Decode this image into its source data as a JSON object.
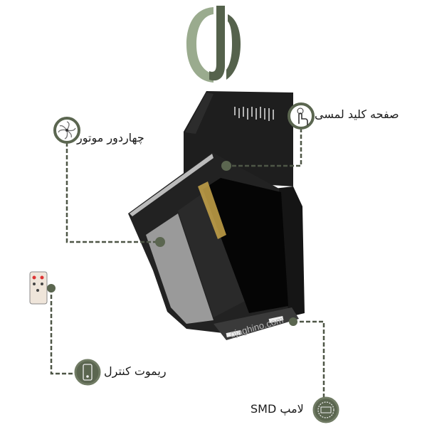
{
  "brand": {
    "name": "ojaghino",
    "logo_colors": [
      "#5a6a52",
      "#9aab8e"
    ]
  },
  "watermark": "ojaghino.com",
  "features": [
    {
      "label": "چهاردور موتور",
      "icon": "fan-icon"
    },
    {
      "label": "صفحه کلید لمسی",
      "icon": "touch-hand-icon"
    },
    {
      "label": "ریموت کنترل",
      "icon": "remote-icon"
    },
    {
      "label": "لامپ SMD",
      "icon": "smd-chip-icon"
    }
  ],
  "colors": {
    "accent": "#5b6650",
    "line": "#4e5646",
    "hood": "#1b1b1b"
  }
}
